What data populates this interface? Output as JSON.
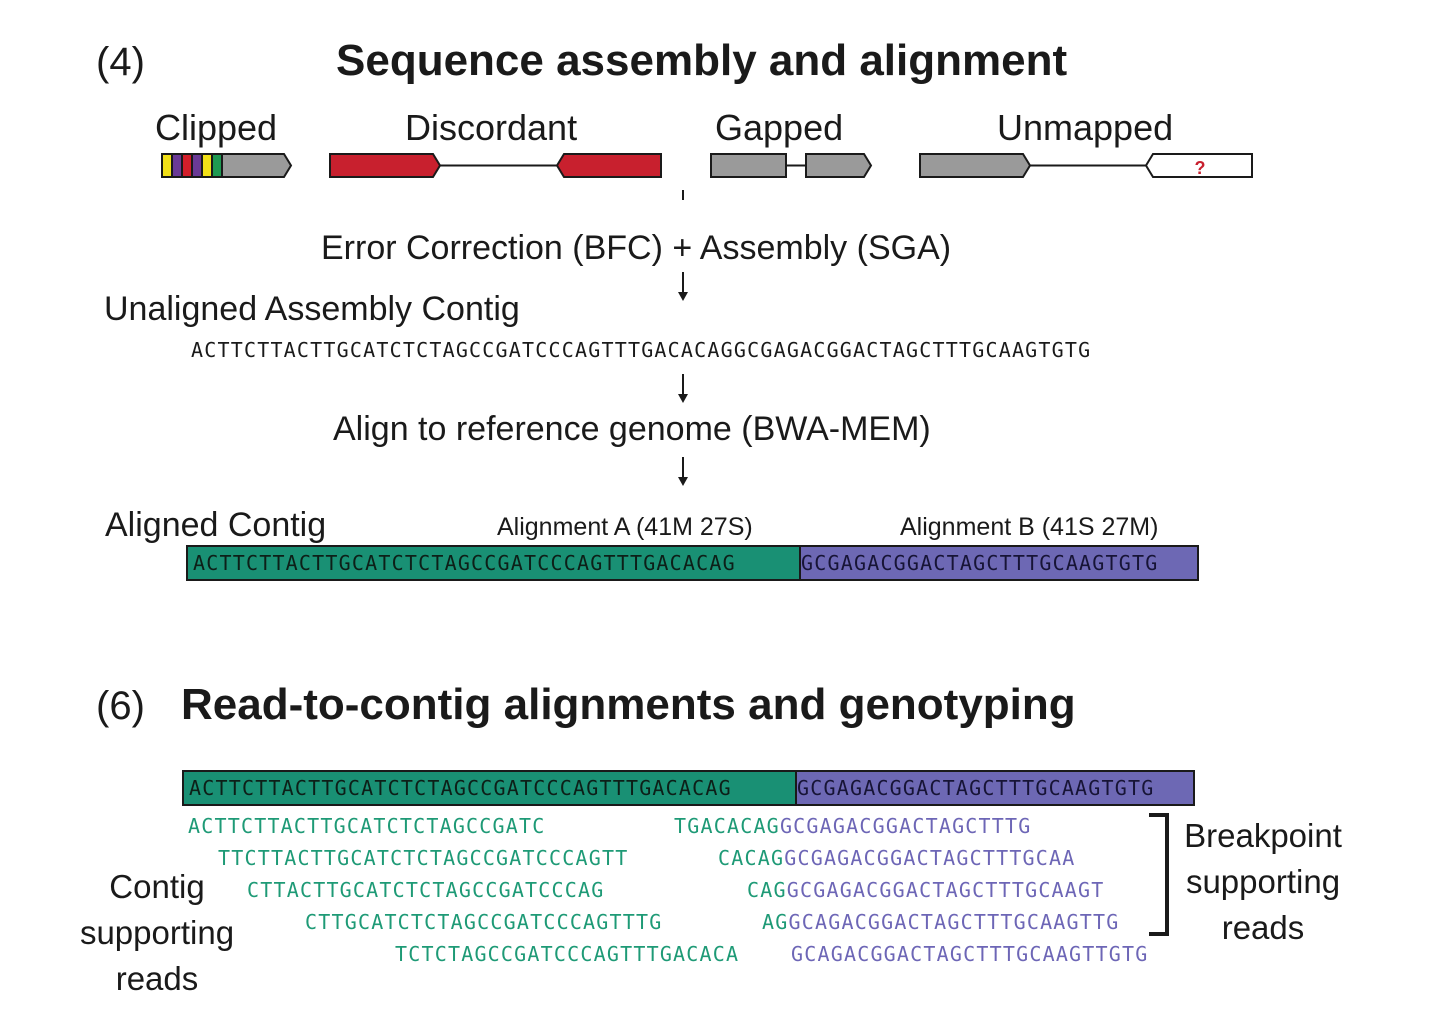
{
  "panel4": {
    "number": "(4)",
    "title": "Sequence assembly and alignment",
    "categories": {
      "clipped": "Clipped",
      "discordant": "Discordant",
      "gapped": "Gapped",
      "unmapped": "Unmapped",
      "unknown_mark": "?"
    },
    "step1": "Error Correction (BFC) + Assembly (SGA)",
    "unaligned_label": "Unaligned Assembly Contig",
    "unaligned_seq": "ACTTCTTACTTGCATCTCTAGCCGATCCCAGTTTGACACAGGCGAGACGGACTAGCTTTGCAAGTGTG",
    "step2": "Align to reference genome (BWA-MEM)",
    "aligned_label": "Aligned Contig",
    "alignment_a_label": "Alignment A (41M  27S)",
    "alignment_b_label": "Alignment B (41S  27M)",
    "contig_a": "ACTTCTTACTTGCATCTCTAGCCGATCCCAGTTTGACACAG",
    "contig_b": "GCGAGACGGACTAGCTTTGCAAGTGTG"
  },
  "panel6": {
    "number": "(6)",
    "title": "Read-to-contig alignments and genotyping",
    "contig_a": "ACTTCTTACTTGCATCTCTAGCCGATCCCAGTTTGACACAG",
    "contig_b": "GCGAGACGGACTAGCTTTGCAAGTGTG",
    "contig_reads": [
      "ACTTCTTACTTGCATCTCTAGCCGATC",
      "TTCTTACTTGCATCTCTAGCCGATCCCAGTT",
      "CTTACTTGCATCTCTAGCCGATCCCAG",
      "CTTGCATCTCTAGCCGATCCCAGTTTG",
      "TCTCTAGCCGATCCCAGTTTGACACA"
    ],
    "breakpoint_reads": [
      {
        "a": "TGACACAG",
        "b": "GCGAGACGGACTAGCTTTG"
      },
      {
        "a": "CACAG",
        "b": "GCGAGACGGACTAGCTTTGCAA"
      },
      {
        "a": "CAG",
        "b": "GCGAGACGGACTAGCTTTGCAAGT"
      },
      {
        "a": "AG",
        "b": "GCAGACGGACTAGCTTTGCAAGTTG"
      },
      {
        "a": "",
        "b": "GCAGACGGACTAGCTTTGCAAGTTGTG"
      }
    ],
    "contig_support_label": [
      "Contig",
      "supporting",
      "reads"
    ],
    "breakpoint_support_label": [
      "Breakpoint",
      "supporting",
      "reads"
    ]
  },
  "colors": {
    "alignment_a": "#199074",
    "alignment_b": "#6d68b4",
    "discordant_red": "#c8202e",
    "gray_read": "#9a9a9a",
    "clip_yellow": "#f2e018",
    "clip_purple": "#6a3a96",
    "clip_red": "#d21e2a",
    "clip_green": "#1f9a52"
  }
}
